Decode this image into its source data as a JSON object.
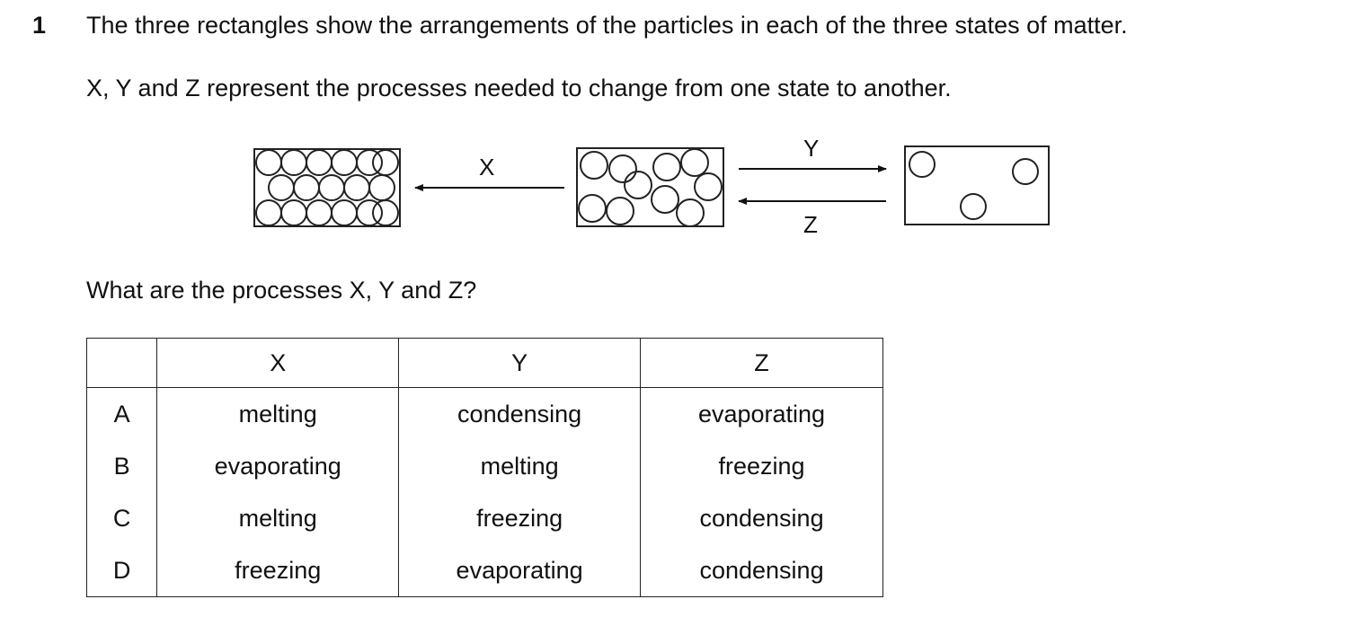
{
  "question": {
    "number": "1",
    "line1": "The three rectangles show the arrangements of the particles in each of the three states of matter.",
    "line2": "X, Y and Z represent the processes needed to change from one state to another.",
    "prompt": "What are the processes X, Y and Z?"
  },
  "diagram": {
    "label_x": "X",
    "label_y": "Y",
    "label_z": "Z"
  },
  "table": {
    "headers": [
      "",
      "X",
      "Y",
      "Z"
    ],
    "rows": [
      {
        "letter": "A",
        "x": "melting",
        "y": "condensing",
        "z": "evaporating"
      },
      {
        "letter": "B",
        "x": "evaporating",
        "y": "melting",
        "z": "freezing"
      },
      {
        "letter": "C",
        "x": "melting",
        "y": "freezing",
        "z": "condensing"
      },
      {
        "letter": "D",
        "x": "freezing",
        "y": "evaporating",
        "z": "condensing"
      }
    ]
  }
}
